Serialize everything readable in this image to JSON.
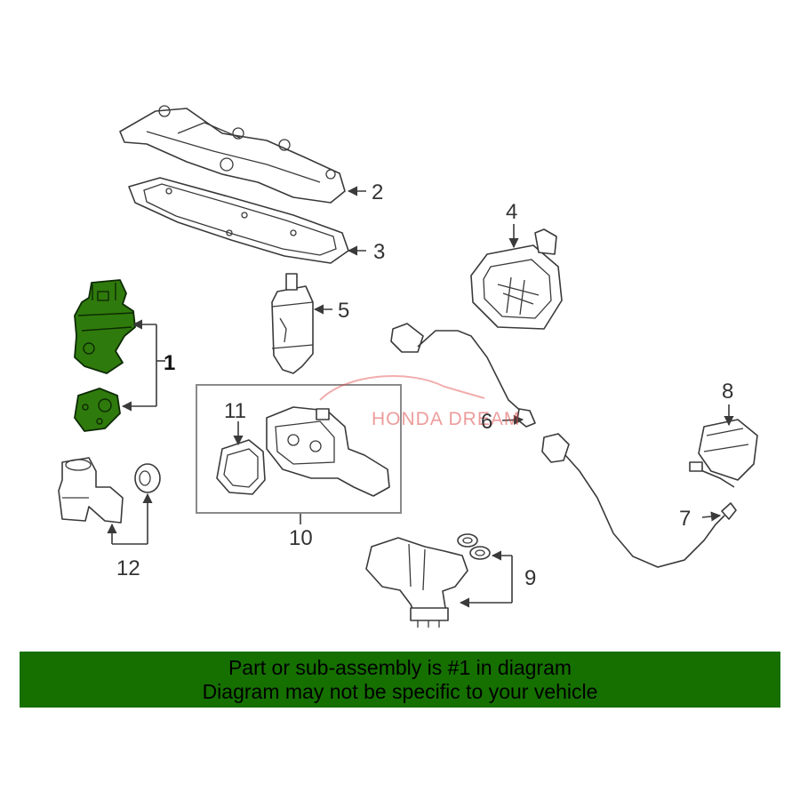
{
  "diagram": {
    "callouts": [
      "1",
      "2",
      "3",
      "4",
      "5",
      "6",
      "7",
      "8",
      "9",
      "10",
      "11",
      "12"
    ],
    "highlighted_part": "1",
    "highlight_color": "#2f7a0c",
    "watermark": "HONDA DREAM"
  },
  "banner": {
    "line1": "Part or sub-assembly is #1 in diagram",
    "line2": "Diagram may not be specific to your vehicle",
    "background": "#157000"
  }
}
